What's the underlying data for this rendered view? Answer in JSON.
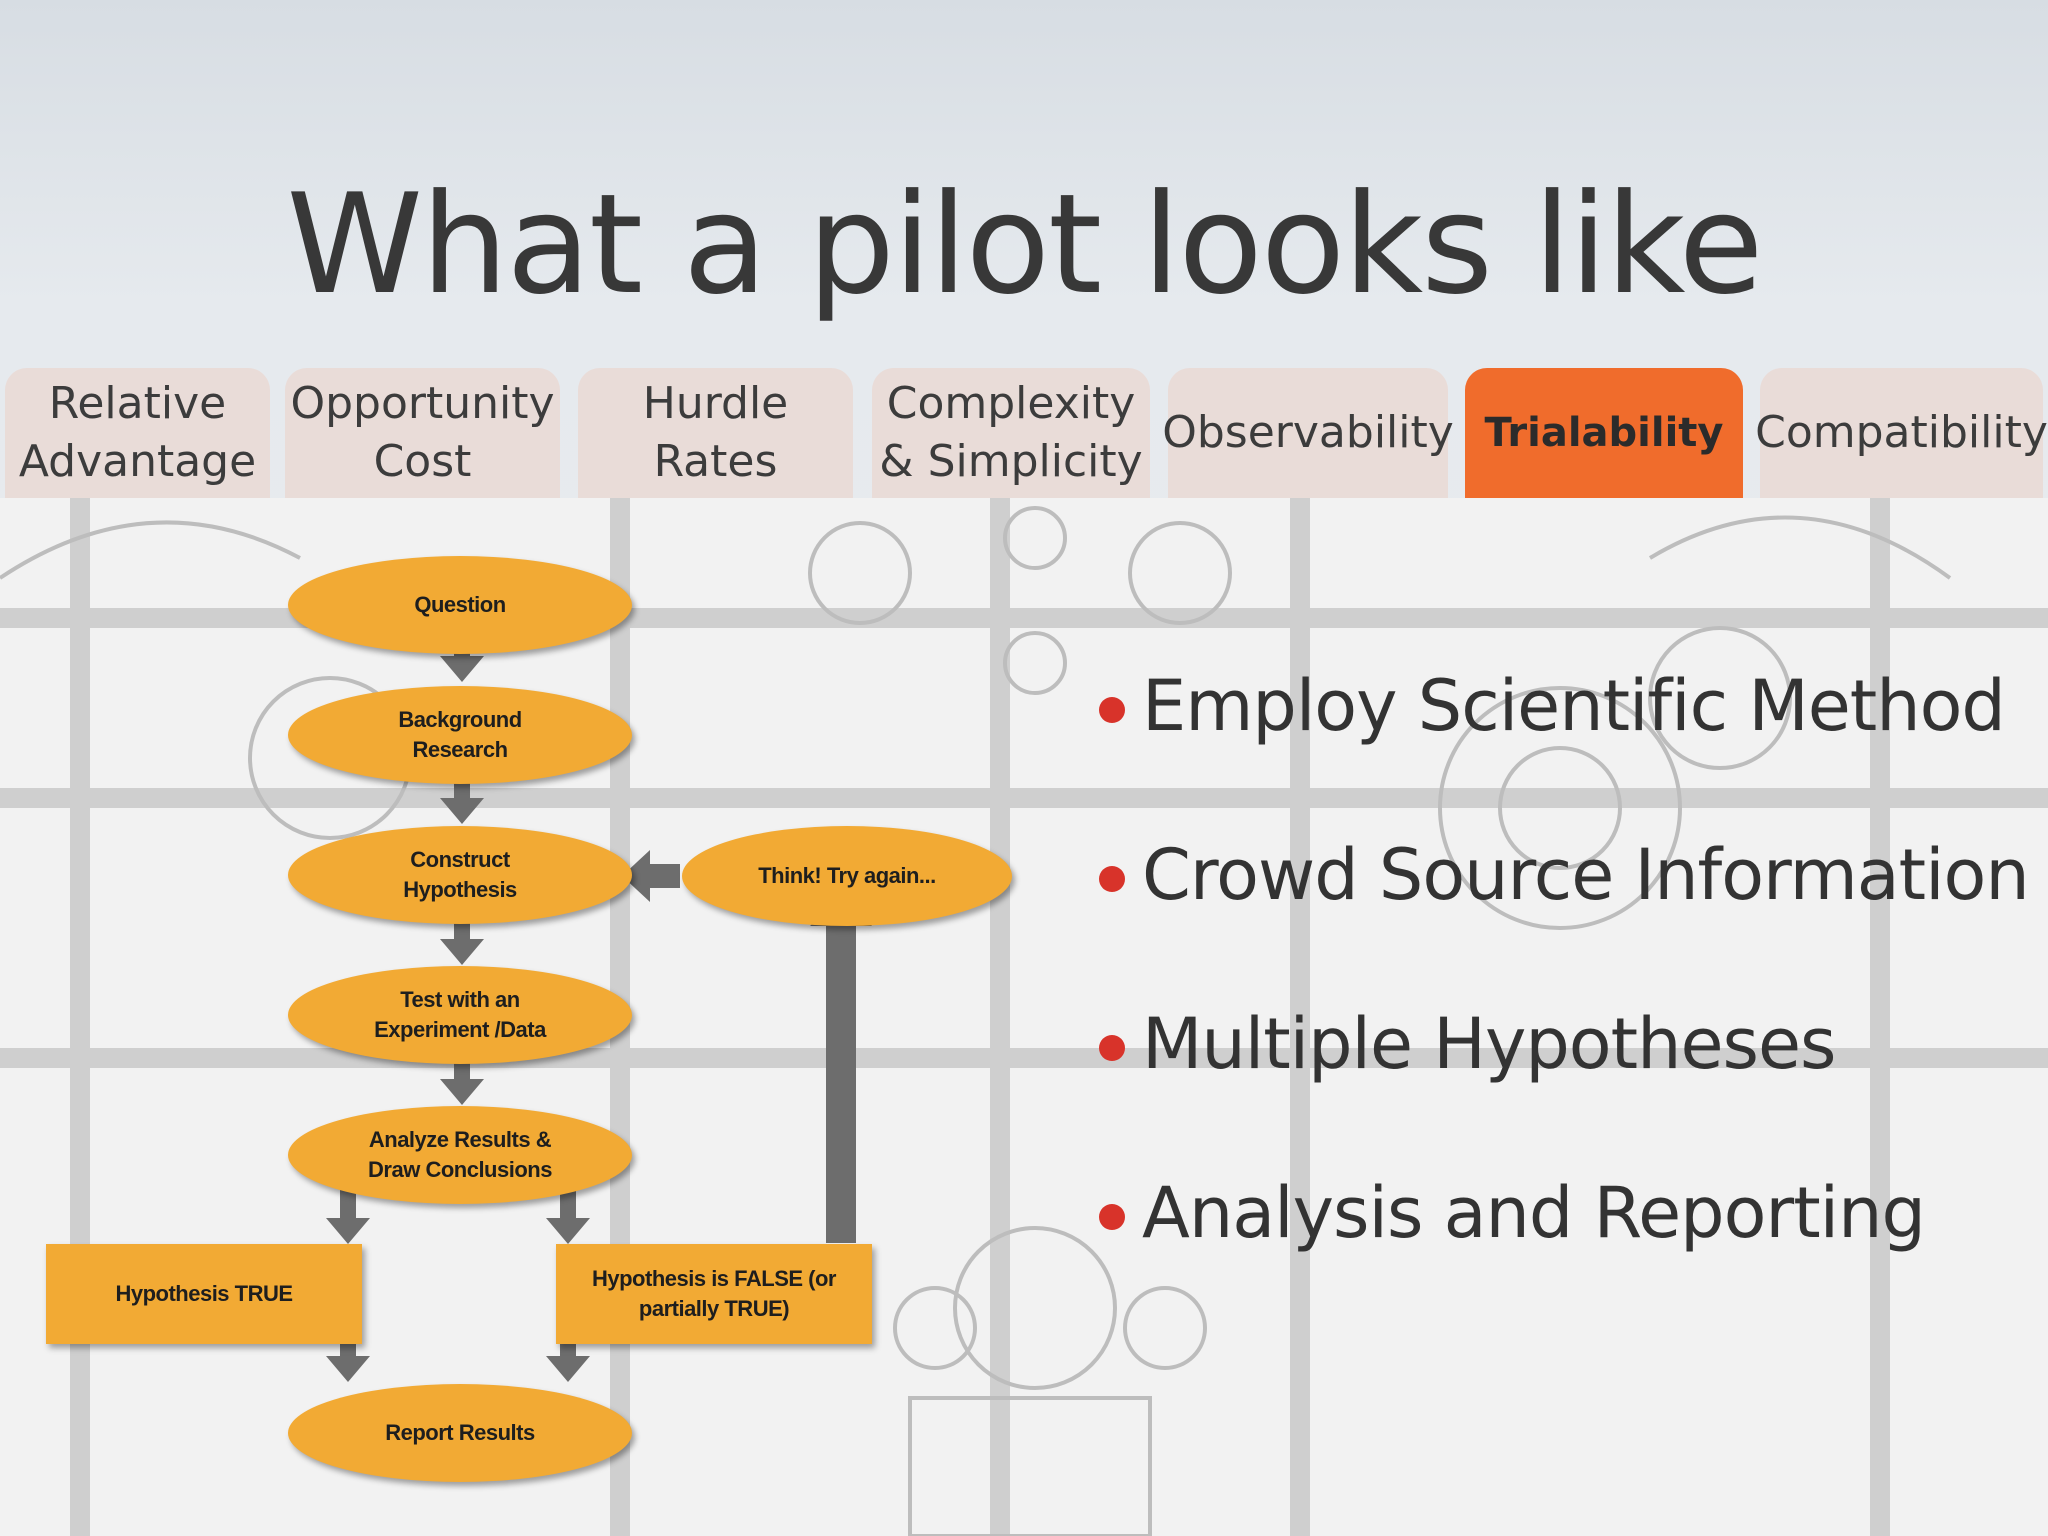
{
  "title": "What a pilot looks like",
  "tabs": [
    {
      "label": "Relative\nAdvantage",
      "active": false
    },
    {
      "label": "Opportunity\nCost",
      "active": false
    },
    {
      "label": "Hurdle\nRates",
      "active": false
    },
    {
      "label": "Complexity\n& Simplicity",
      "active": false
    },
    {
      "label": "Observability",
      "active": false
    },
    {
      "label": "Trialability",
      "active": true
    },
    {
      "label": "Compatibility",
      "active": false
    }
  ],
  "flowchart": {
    "question": "Question",
    "background_research": "Background\nResearch",
    "construct_hypothesis": "Construct\nHypothesis",
    "test": "Test with  an\nExperiment /Data",
    "analyze": "Analyze Results &\nDraw Conclusions",
    "hypothesis_true": "Hypothesis TRUE",
    "hypothesis_false": "Hypothesis is FALSE (or\npartially TRUE)",
    "report": "Report Results",
    "think": "Think! Try again..."
  },
  "bullets": [
    "Employ Scientific Method",
    "Crowd Source Information",
    "Multiple Hypotheses",
    "Analysis and Reporting"
  ],
  "colors": {
    "active_tab": "#f06c2c",
    "tab": "#e9dcd8",
    "flow_node": "#f2aa34",
    "bullet_dot": "#d8332a"
  }
}
